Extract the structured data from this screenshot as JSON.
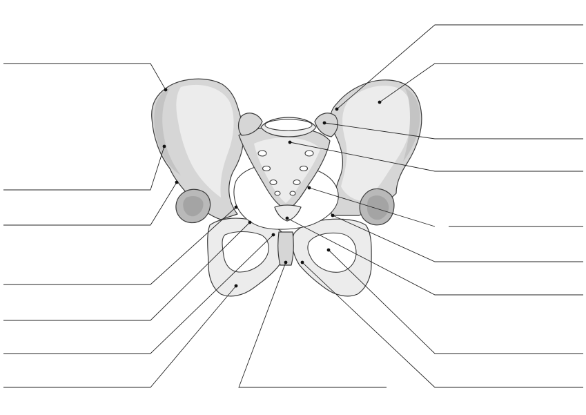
{
  "diagram": {
    "subject": "pelvis-anterior-view",
    "colors": {
      "bone_light": "#ececec",
      "bone_mid": "#d6d6d6",
      "bone_dark": "#b9b9b9",
      "line": "#222222"
    },
    "label_blanks": {
      "left": [
        {
          "id": "L1",
          "text": ""
        },
        {
          "id": "L2",
          "text": ""
        },
        {
          "id": "L3",
          "text": ""
        },
        {
          "id": "L4",
          "text": ""
        },
        {
          "id": "L5",
          "text": ""
        },
        {
          "id": "L6",
          "text": ""
        },
        {
          "id": "L7",
          "text": ""
        }
      ],
      "bottom": [
        {
          "id": "B1",
          "text": ""
        }
      ],
      "right": [
        {
          "id": "R1",
          "text": ""
        },
        {
          "id": "R2",
          "text": ""
        },
        {
          "id": "R3",
          "text": ""
        },
        {
          "id": "R4",
          "text": ""
        },
        {
          "id": "R5",
          "text": ""
        },
        {
          "id": "R6",
          "text": ""
        },
        {
          "id": "R7",
          "text": ""
        },
        {
          "id": "R8",
          "text": ""
        },
        {
          "id": "R9",
          "text": ""
        }
      ]
    }
  }
}
